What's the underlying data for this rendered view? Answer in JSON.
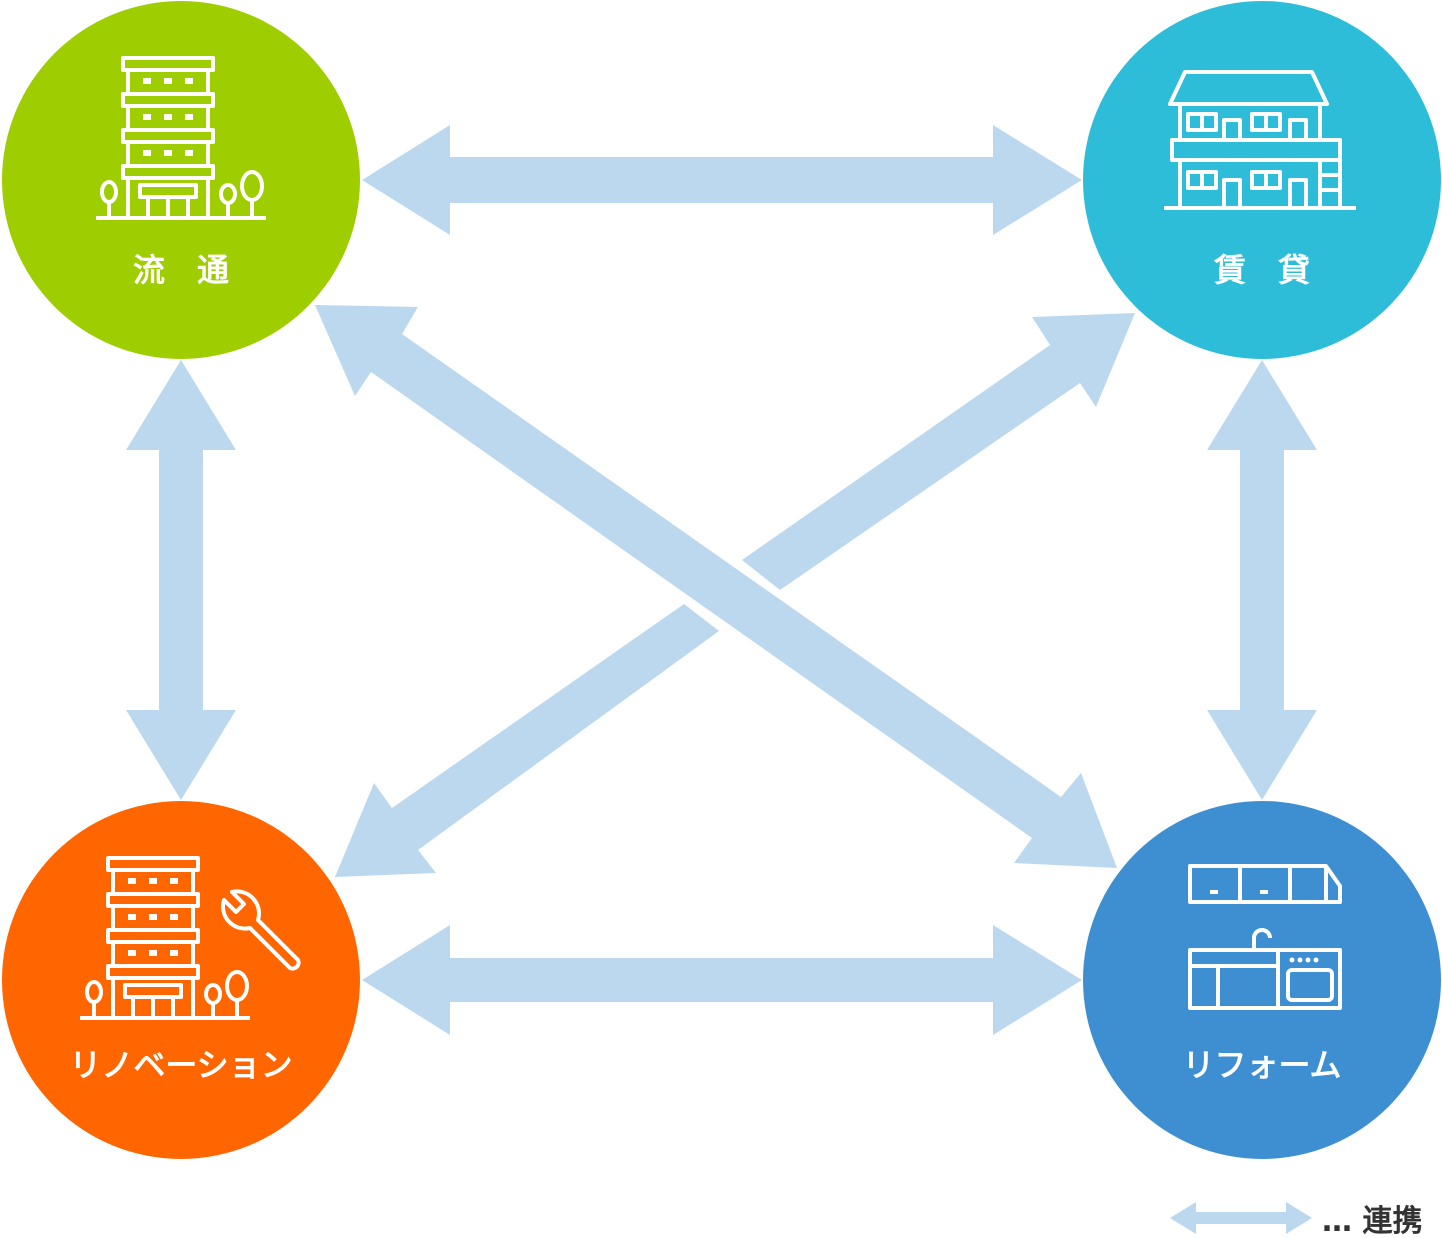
{
  "nodes": {
    "ryutsu": {
      "label": "流　通",
      "color": "#9ecd00",
      "icon": "apartment-building-icon"
    },
    "chintai": {
      "label": "賃　貸",
      "color": "#2ebdd8",
      "icon": "two-story-house-icon"
    },
    "renovation": {
      "label": "リノベーション",
      "color": "#ff6600",
      "icon": "apartment-with-wrench-icon"
    },
    "reform": {
      "label": "リフォーム",
      "color": "#3d8fd1",
      "icon": "kitchen-icon"
    }
  },
  "arrow_color": "#bcd8ee",
  "legend": {
    "text": "… 連携"
  }
}
